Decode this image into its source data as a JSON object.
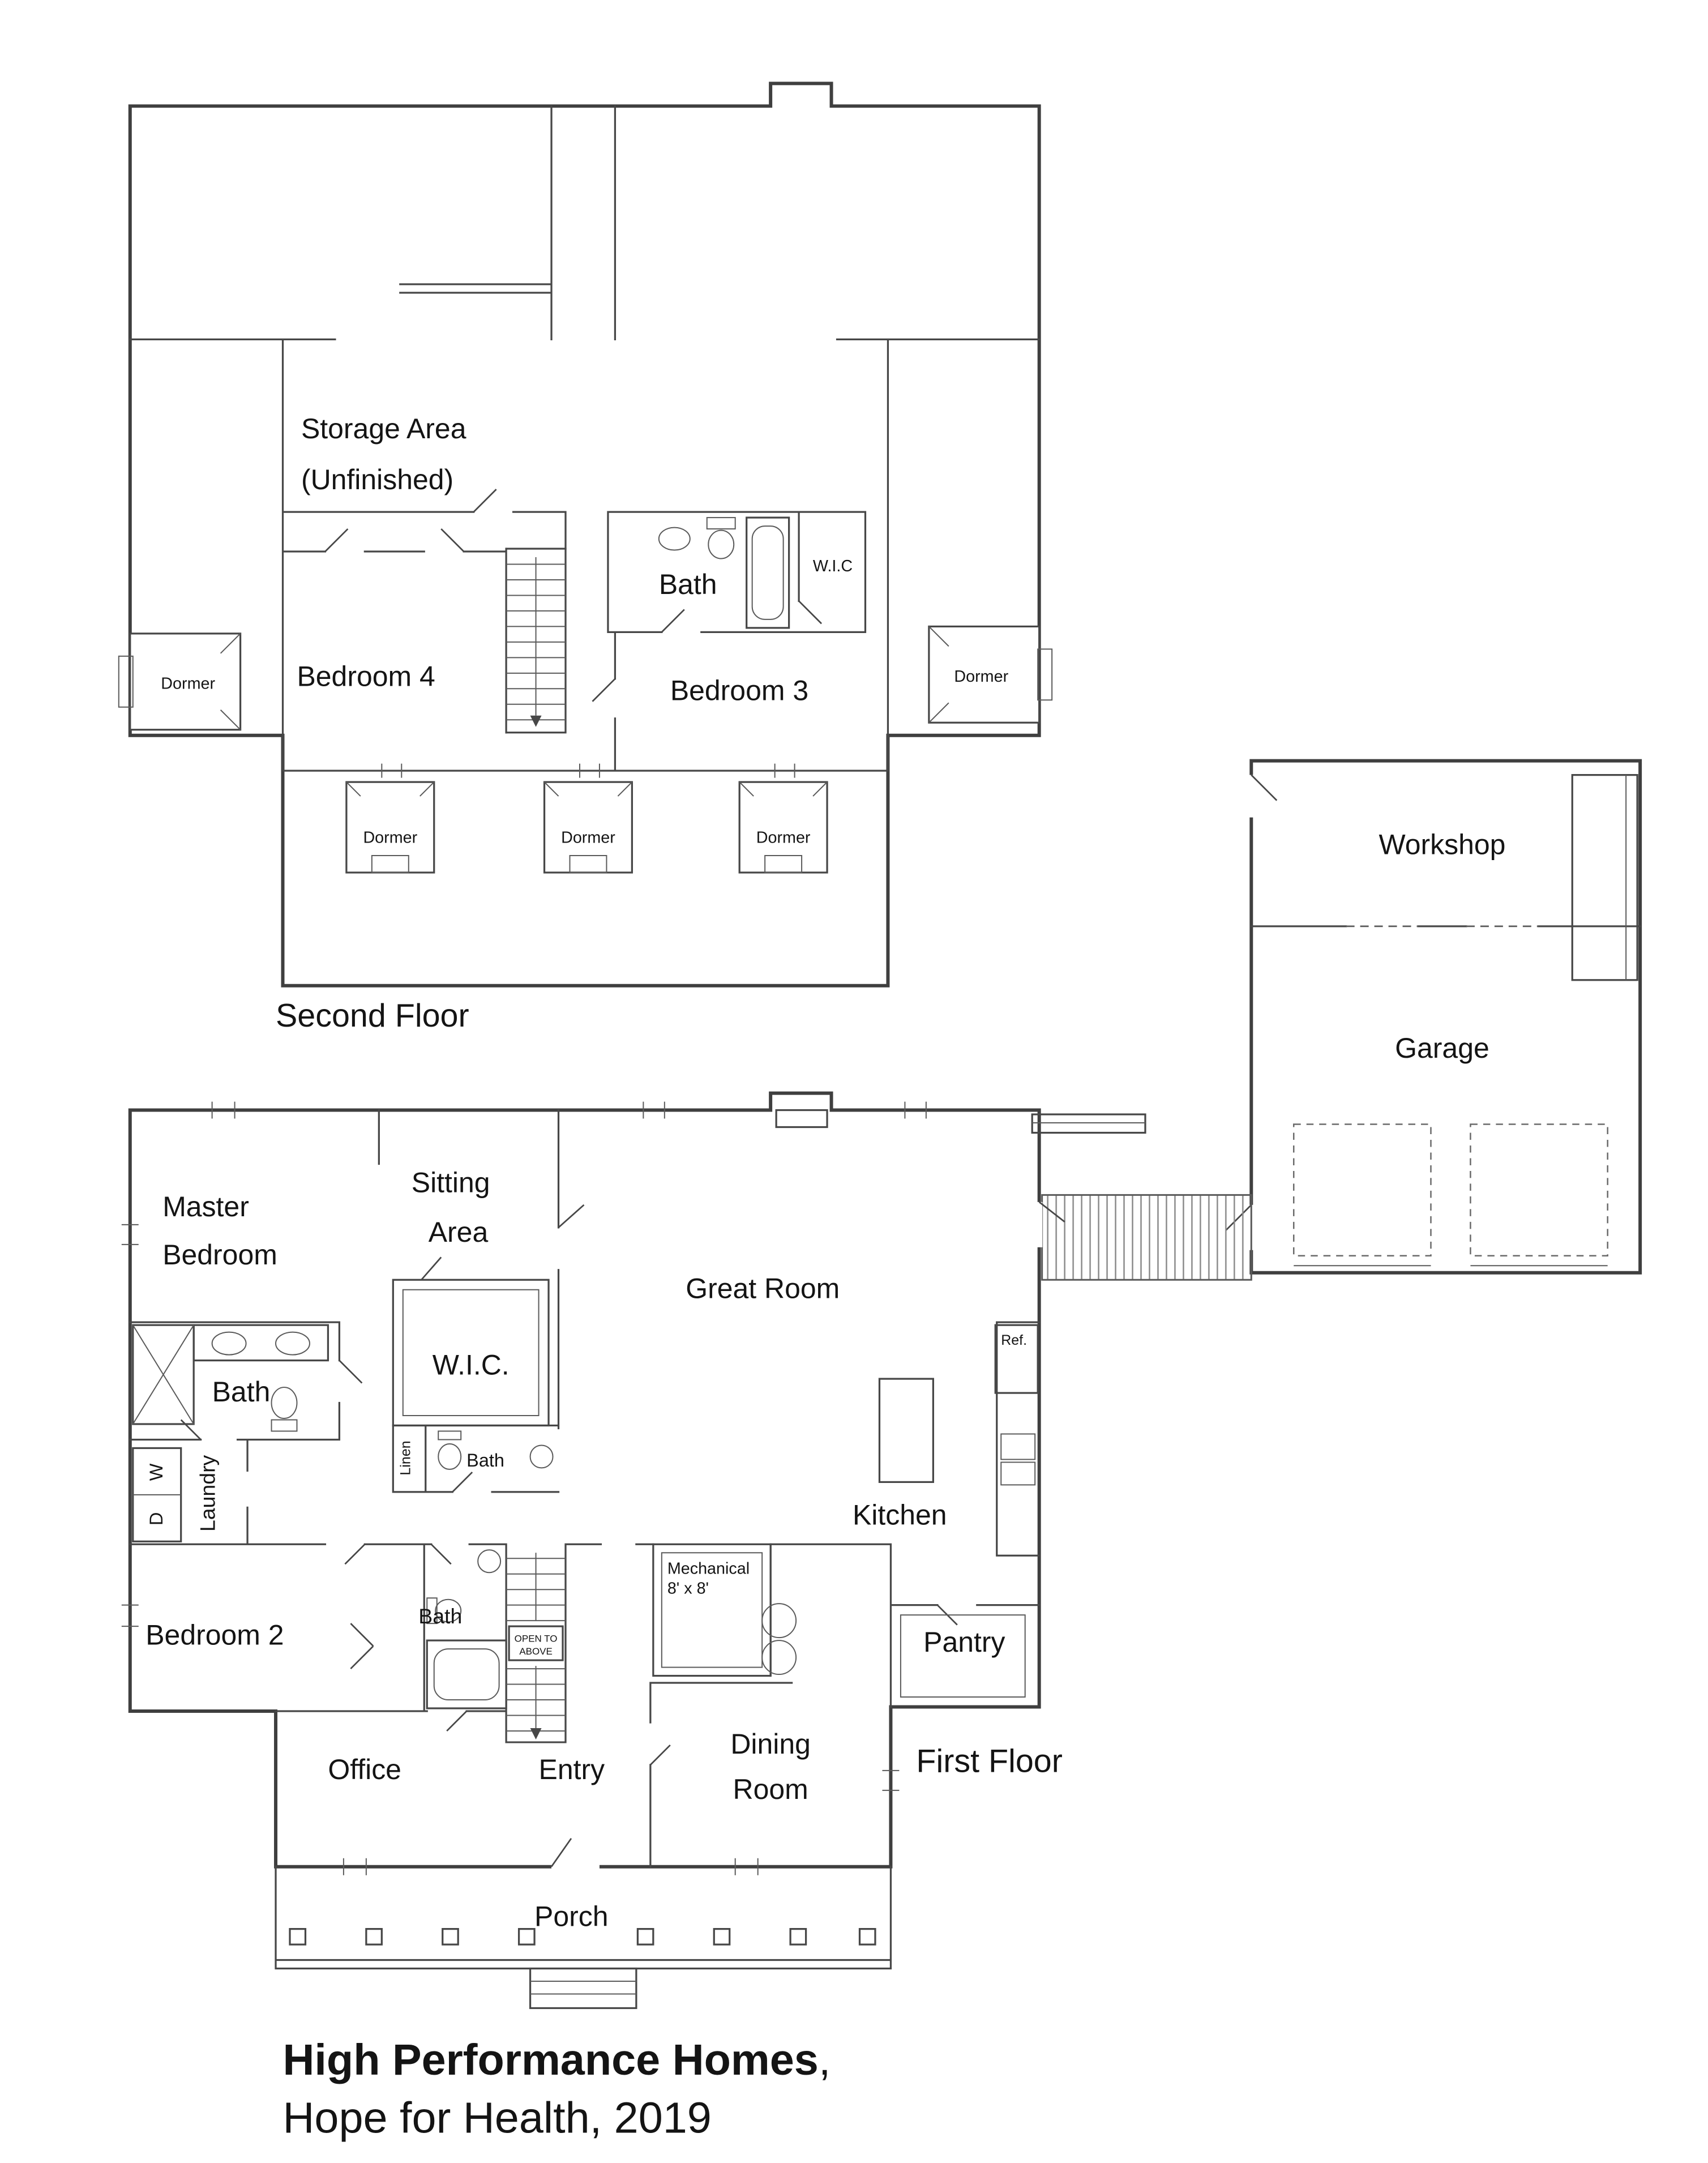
{
  "colors": {
    "wall": "#3f3f3f",
    "text": "#141414",
    "hatch": "#8a8a8a",
    "background": "#ffffff"
  },
  "second_floor": {
    "floor_label": "Second Floor",
    "rooms": {
      "storage_line1": "Storage Area",
      "storage_line2": "(Unfinished)",
      "bath": "Bath",
      "wic": "W.I.C",
      "bedroom4": "Bedroom 4",
      "bedroom3": "Bedroom 3"
    },
    "dormers": {
      "left": "Dormer",
      "right": "Dormer",
      "bottom_left": "Dormer",
      "bottom_middle": "Dormer",
      "bottom_right": "Dormer"
    }
  },
  "outbuilding": {
    "workshop": "Workshop",
    "garage": "Garage"
  },
  "first_floor": {
    "floor_label": "First Floor",
    "rooms": {
      "master_line1": "Master",
      "master_line2": "Bedroom",
      "sitting_line1": "Sitting",
      "sitting_line2": "Area",
      "great_room": "Great Room",
      "wic": "W.I.C.",
      "master_bath": "Bath",
      "hall_bath": "Bath",
      "linen": "Linen",
      "laundry": "Laundry",
      "washer": "W",
      "dryer": "D",
      "ref": "Ref.",
      "kitchen": "Kitchen",
      "mechanical_line1": "Mechanical",
      "mechanical_line2": "8' x 8'",
      "bedroom2": "Bedroom 2",
      "bath2": "Bath",
      "stairs_note_line1": "OPEN TO",
      "stairs_note_line2": "ABOVE",
      "pantry": "Pantry",
      "office": "Office",
      "entry": "Entry",
      "dining_line1": "Dining",
      "dining_line2": "Room",
      "porch": "Porch"
    }
  },
  "title": {
    "line1_bold": "High Performance Homes",
    "line1_rest": ",",
    "line2": "Hope for Health, 2019"
  }
}
